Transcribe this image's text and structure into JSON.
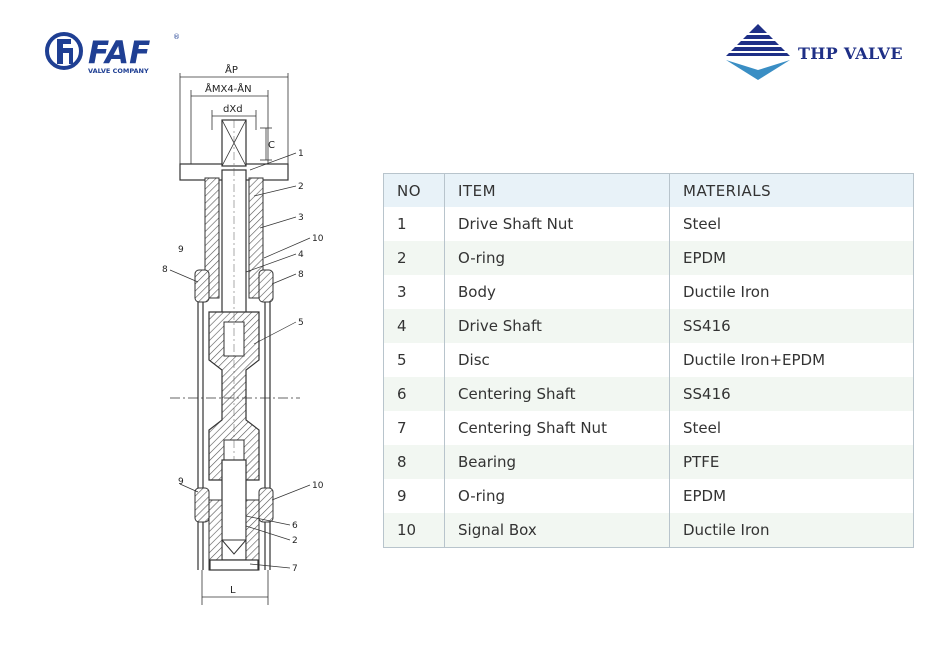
{
  "header": {
    "faf_logo": {
      "name": "FAF",
      "subtitle": "VALVE COMPANY",
      "mark": "®"
    },
    "thp_logo": {
      "name": "THP VALVE"
    }
  },
  "drawing": {
    "dims": {
      "ap": "ÅP",
      "amx": "ÅMX4-ÅN",
      "dxd": "dXd",
      "c": "C",
      "l": "L"
    },
    "callouts": [
      "1",
      "2",
      "3",
      "10",
      "4",
      "9",
      "8",
      "8",
      "5",
      "9",
      "10",
      "6",
      "2",
      "7"
    ]
  },
  "table": {
    "headers": {
      "no": "NO",
      "item": "ITEM",
      "materials": "MATERIALS"
    },
    "rows": [
      {
        "no": "1",
        "item": "Drive Shaft Nut",
        "material": "Steel"
      },
      {
        "no": "2",
        "item": "O-ring",
        "material": "EPDM"
      },
      {
        "no": "3",
        "item": "Body",
        "material": "Ductile Iron"
      },
      {
        "no": "4",
        "item": "Drive Shaft",
        "material": "SS416"
      },
      {
        "no": "5",
        "item": "Disc",
        "material": "Ductile Iron+EPDM"
      },
      {
        "no": "6",
        "item": "Centering Shaft",
        "material": "SS416"
      },
      {
        "no": "7",
        "item": "Centering Shaft Nut",
        "material": "Steel"
      },
      {
        "no": "8",
        "item": "Bearing",
        "material": "PTFE"
      },
      {
        "no": "9",
        "item": "O-ring",
        "material": "EPDM"
      },
      {
        "no": "10",
        "item": "Signal Box",
        "material": "Ductile Iron"
      }
    ]
  },
  "colors": {
    "faf_blue": "#1f3f93",
    "thp_blue": "#1e2f86",
    "thp_teal": "#3a8ec4",
    "table_header": "#e8f2f8",
    "table_stripe": "#f2f7f2",
    "table_border": "#b8c4cc"
  }
}
